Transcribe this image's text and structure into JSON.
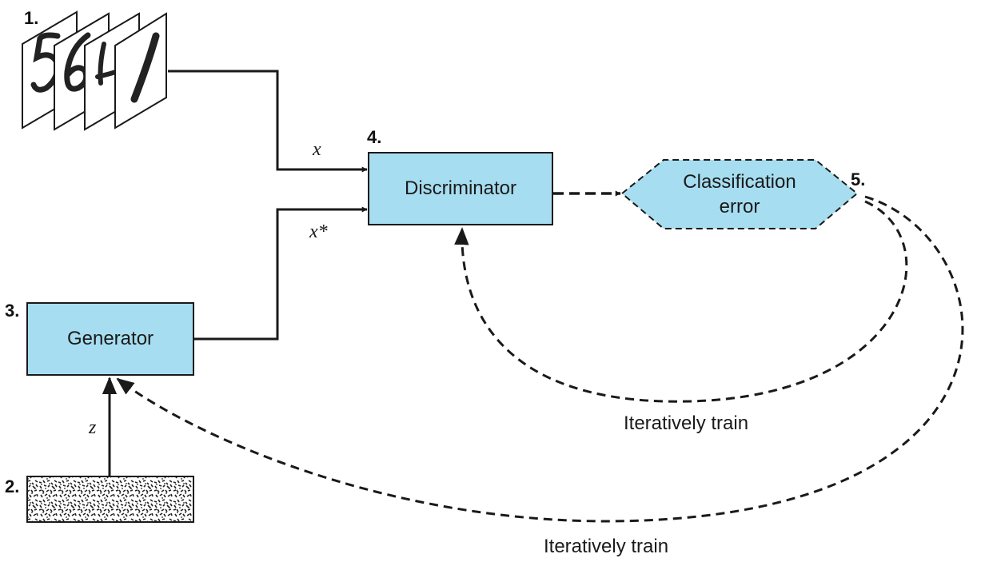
{
  "steps": {
    "s1": "1.",
    "s2": "2.",
    "s3": "3.",
    "s4": "4.",
    "s5": "5."
  },
  "generator": {
    "label": "Generator"
  },
  "discriminator": {
    "label": "Discriminator"
  },
  "classification": {
    "line1": "Classification",
    "line2": "error"
  },
  "variables": {
    "x": "x",
    "x_star": "x*",
    "z": "z"
  },
  "loops": {
    "inner_label": "Iteratively train",
    "outer_label": "Iteratively train"
  },
  "colors": {
    "box_fill": "#a6ddf0",
    "stroke": "#1a1a1a"
  },
  "icons": {
    "sample_images": "handwritten-digit-images-icon",
    "noise": "random-noise-icon"
  }
}
